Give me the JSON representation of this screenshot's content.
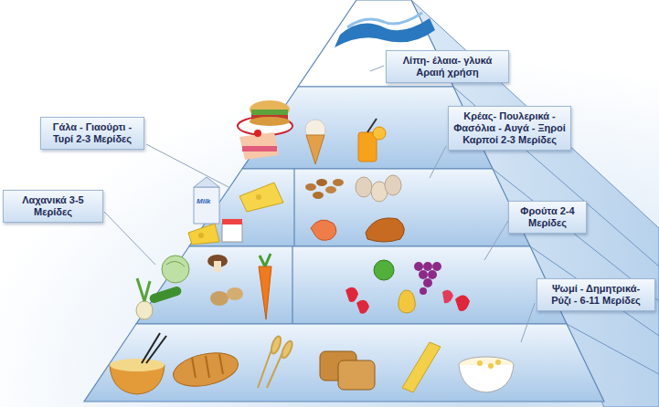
{
  "diagram": {
    "nodes": [
      {
        "text": [
          "Λίπη- έλαια- γλυκά Αραιή χρήση"
        ]
      },
      {
        "text": [
          "Γάλα - Γιαούρτι - Τυρί 2-3 Μερίδες"
        ]
      },
      {
        "text": [
          "Κρέας- Πουλερικά - Φασόλια - Αυγά - Ξηροί Καρποί 2-3 Μερίδες"
        ]
      },
      {
        "text": [
          "Λαχανικά 3-5 Μερίδες"
        ]
      },
      {
        "text": [
          "Φρούτα 2-4 Μερίδες"
        ]
      },
      {
        "text": [
          "Ψωμί - Δημητρικά- Ρύζι - 6-11 Μερίδες"
        ]
      }
    ],
    "labels": [
      "Milk"
    ]
  }
}
